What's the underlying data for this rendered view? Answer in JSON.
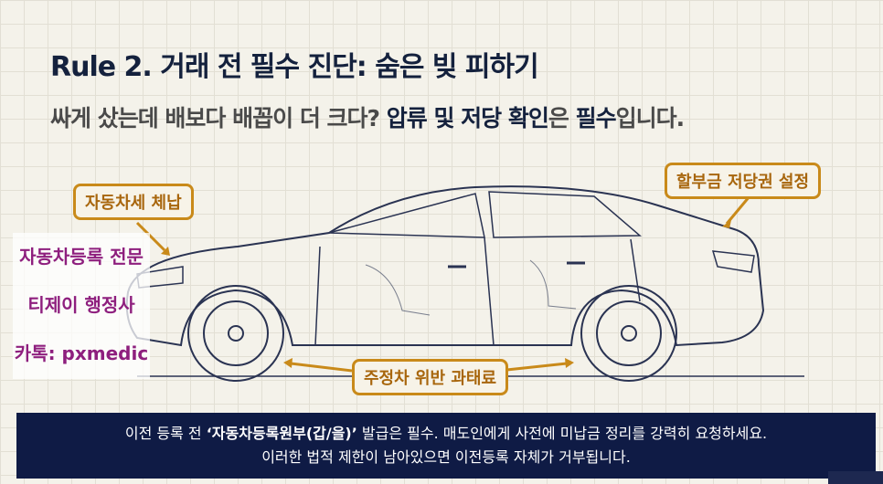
{
  "title": "Rule 2. 거래 전 필수 진단: 숨은 빚 피하기",
  "subtitle": {
    "part1": "싸게 샀는데 배보다 배꼽이 더 크다? ",
    "hl1": "압류 및 저당 확인",
    "part2": "은 ",
    "hl2": "필수",
    "part3": "입니다."
  },
  "callouts": {
    "tax": "자동차세 체납",
    "mortgage": "할부금 저당권 설정",
    "parking": "주정차 위반 과태료"
  },
  "watermark": {
    "line1": "자동차등록 전문",
    "line2": "티제이 행정사",
    "line3": "카톡: pxmedic"
  },
  "banner": {
    "l1a": "이전 등록 전 ",
    "l1b": "‘자동차등록원부(갑/을)’",
    "l1c": " 발급은 필수. 매도인에게 사전에 미납금 정리를 강력히 요청하세요.",
    "line2": "이러한 법적 제한이 남아있으면 이전등록 자체가 거부됩니다."
  },
  "colors": {
    "navy": "#14213d",
    "accent": "#c98a1a",
    "watermark": "#8e1f7e"
  }
}
